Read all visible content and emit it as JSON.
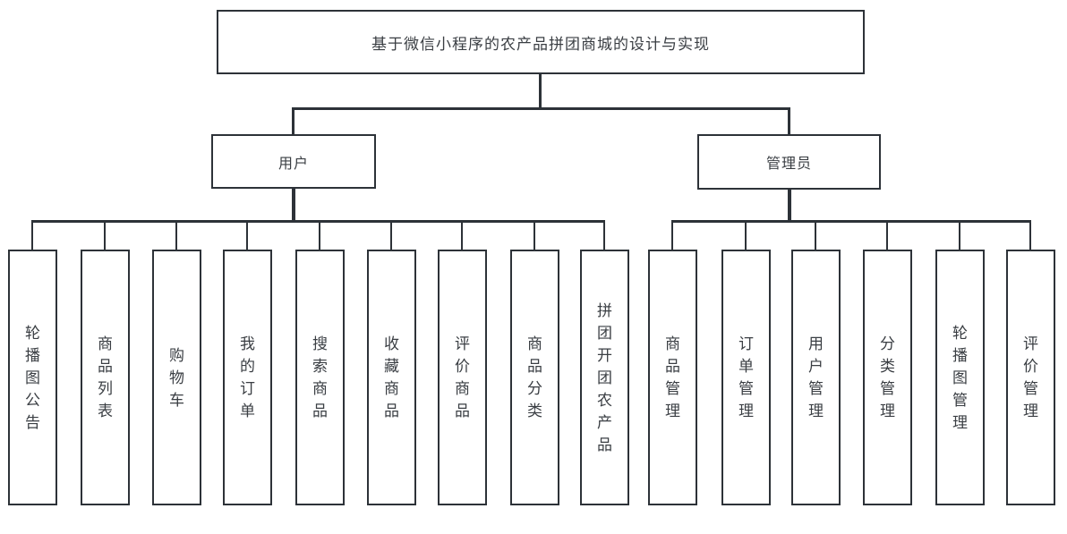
{
  "diagram": {
    "title": "基于微信小程序的农产品拼团商城的设计与实现",
    "colors": {
      "line": "#2d3238",
      "text": "#3a3e43",
      "background": "#ffffff"
    },
    "branches": [
      {
        "label": "用户",
        "children": [
          "轮播图公告",
          "商品列表",
          "购物车",
          "我的订单",
          "搜索商品",
          "收藏商品",
          "评价商品",
          "商品分类",
          "拼团开团农产品"
        ]
      },
      {
        "label": "管理员",
        "children": [
          "商品管理",
          "订单管理",
          "用户管理",
          "分类管理",
          "轮播图管理",
          "评价管理"
        ]
      }
    ]
  }
}
